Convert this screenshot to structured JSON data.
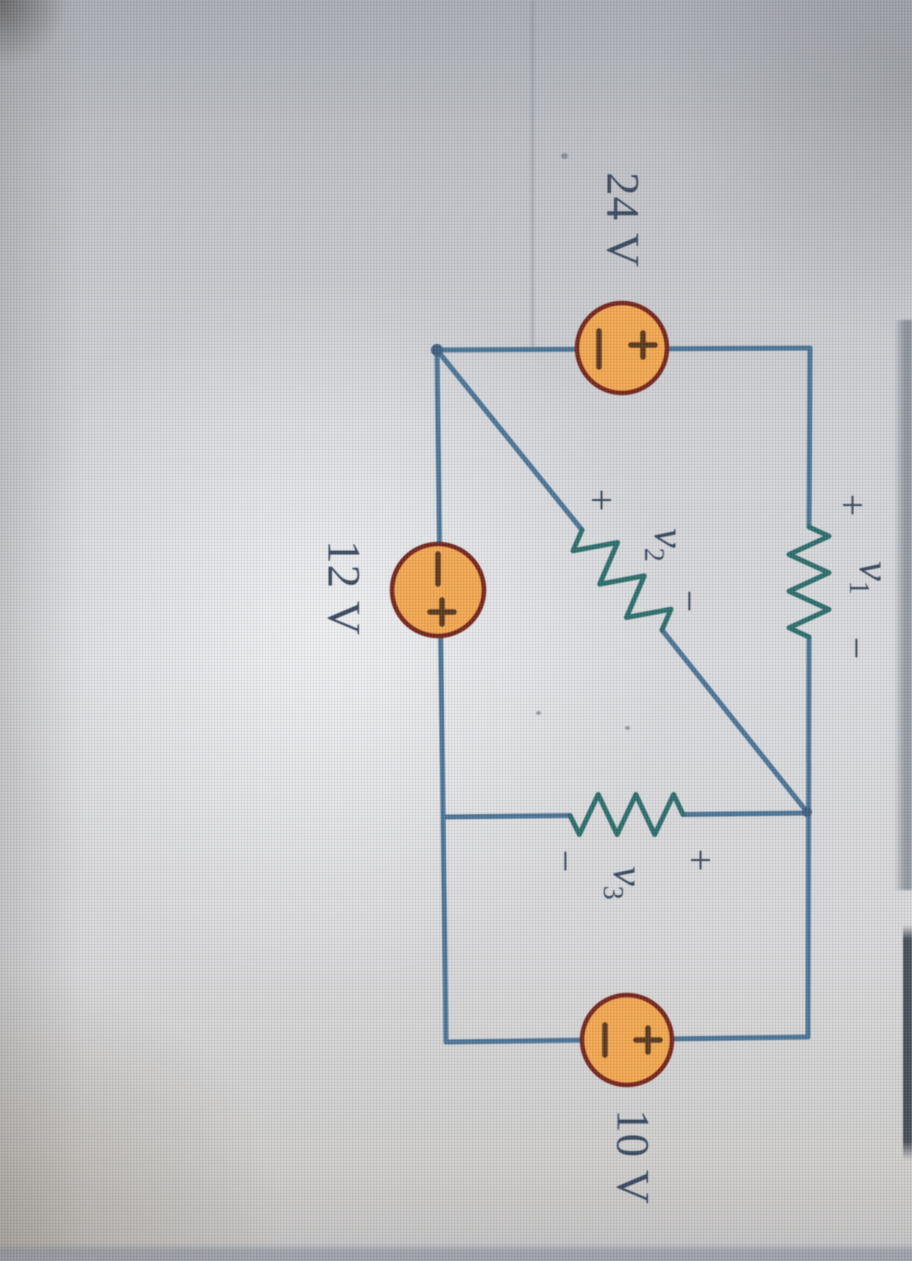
{
  "figure": {
    "kind": "hand-photographed textbook circuit diagram, rotated 90 degrees clockwise",
    "sources": [
      {
        "id": "source-24v",
        "label": "24 V",
        "plus": "+",
        "minus": "−"
      },
      {
        "id": "source-12v",
        "label": "12 V",
        "plus": "+",
        "minus": "−"
      },
      {
        "id": "source-10v",
        "label": "10 V",
        "plus": "+",
        "minus": "−"
      }
    ],
    "resistors": [
      {
        "id": "resistor-v1",
        "base": "v",
        "sub": "1",
        "plus": "+",
        "minus": "−"
      },
      {
        "id": "resistor-v2",
        "base": "v",
        "sub": "2",
        "plus": "+",
        "minus": "−"
      },
      {
        "id": "resistor-v3",
        "base": "v",
        "sub": "3",
        "plus": "+",
        "minus": "−"
      }
    ],
    "colors": {
      "wire": "#4d7698",
      "node": "#3f607f",
      "resistor": "#2e6f6d",
      "source_fill": "#f2a851",
      "source_stroke": "#76281e",
      "source_symbol": "#5c3a1e",
      "text": "#3a4a5f"
    }
  }
}
